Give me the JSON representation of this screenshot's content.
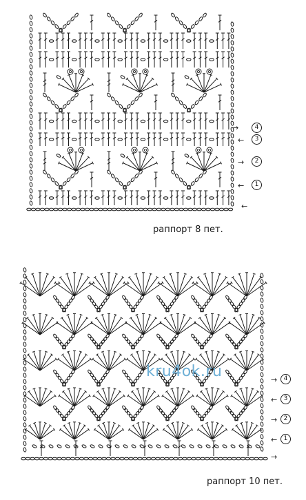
{
  "chart1": {
    "rapport_label": "раппорт 8 пет.",
    "row_markers": [
      "4",
      "3",
      "2",
      "1"
    ]
  },
  "chart2": {
    "rapport_label": "раппорт 10 пет.",
    "row_markers": [
      "4",
      "3",
      "2",
      "1"
    ]
  },
  "watermark": "kru4ok.ru",
  "colors": {
    "ink": "#1a1a1a",
    "watermark": "#6fb0d6"
  }
}
